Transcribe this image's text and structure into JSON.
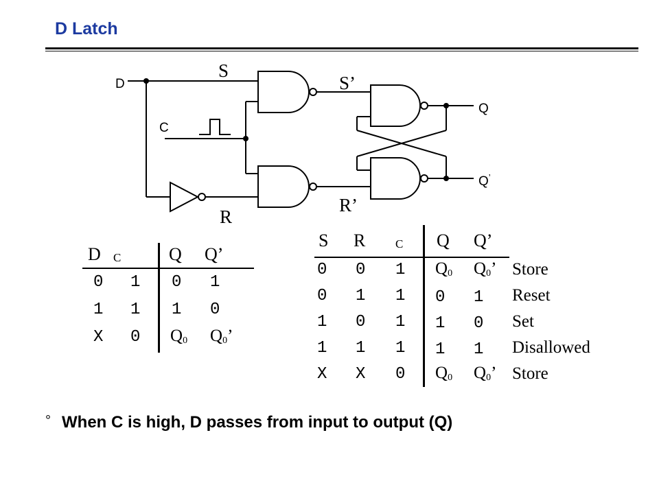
{
  "title": "D Latch",
  "circuit": {
    "label_D": "D",
    "label_C": "C",
    "label_S": "S",
    "label_R": "R",
    "label_Sp": "S’",
    "label_Rp": "R’",
    "label_Q": "Q",
    "label_Qp": "Q",
    "label_Qp_tick": "’"
  },
  "table1": {
    "headers": [
      "D",
      "C",
      "Q",
      "Q’"
    ],
    "rows": [
      [
        "0",
        "1",
        "0",
        "1"
      ],
      [
        "1",
        "1",
        "1",
        "0"
      ],
      [
        "X",
        "0",
        "Q0",
        "Q0’"
      ]
    ]
  },
  "table2": {
    "headers": [
      "S",
      "R",
      "C",
      "Q",
      "Q’"
    ],
    "rows": [
      {
        "s": "0",
        "r": "0",
        "c": "1",
        "q": "Q0",
        "qp": "Q0’",
        "desc": "Store"
      },
      {
        "s": "0",
        "r": "1",
        "c": "1",
        "q": "0",
        "qp": "1",
        "desc": "Reset"
      },
      {
        "s": "1",
        "r": "0",
        "c": "1",
        "q": "1",
        "qp": "0",
        "desc": "Set"
      },
      {
        "s": "1",
        "r": "1",
        "c": "1",
        "q": "1",
        "qp": "1",
        "desc": "Disallowed"
      },
      {
        "s": "X",
        "r": "X",
        "c": "0",
        "q": "Q0",
        "qp": "Q0’",
        "desc": "Store"
      }
    ]
  },
  "bullet": {
    "marker": "°",
    "text": "When C is high, D passes from input to output (Q)"
  },
  "colors": {
    "title": "#1c3aa0",
    "ink": "#000000"
  }
}
